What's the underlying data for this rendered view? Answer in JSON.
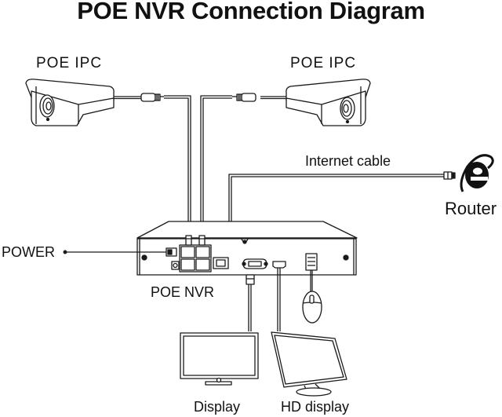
{
  "title": "POE NVR Connection Diagram",
  "labels": {
    "ipc_left": "POE IPC",
    "ipc_right": "POE IPC",
    "internet_cable": "Internet cable",
    "router": "Router",
    "power": "POWER",
    "nvr": "POE NVR",
    "display": "Display",
    "hd_display": "HD display"
  },
  "colors": {
    "line": "#1a1a1a",
    "background": "#ffffff"
  }
}
